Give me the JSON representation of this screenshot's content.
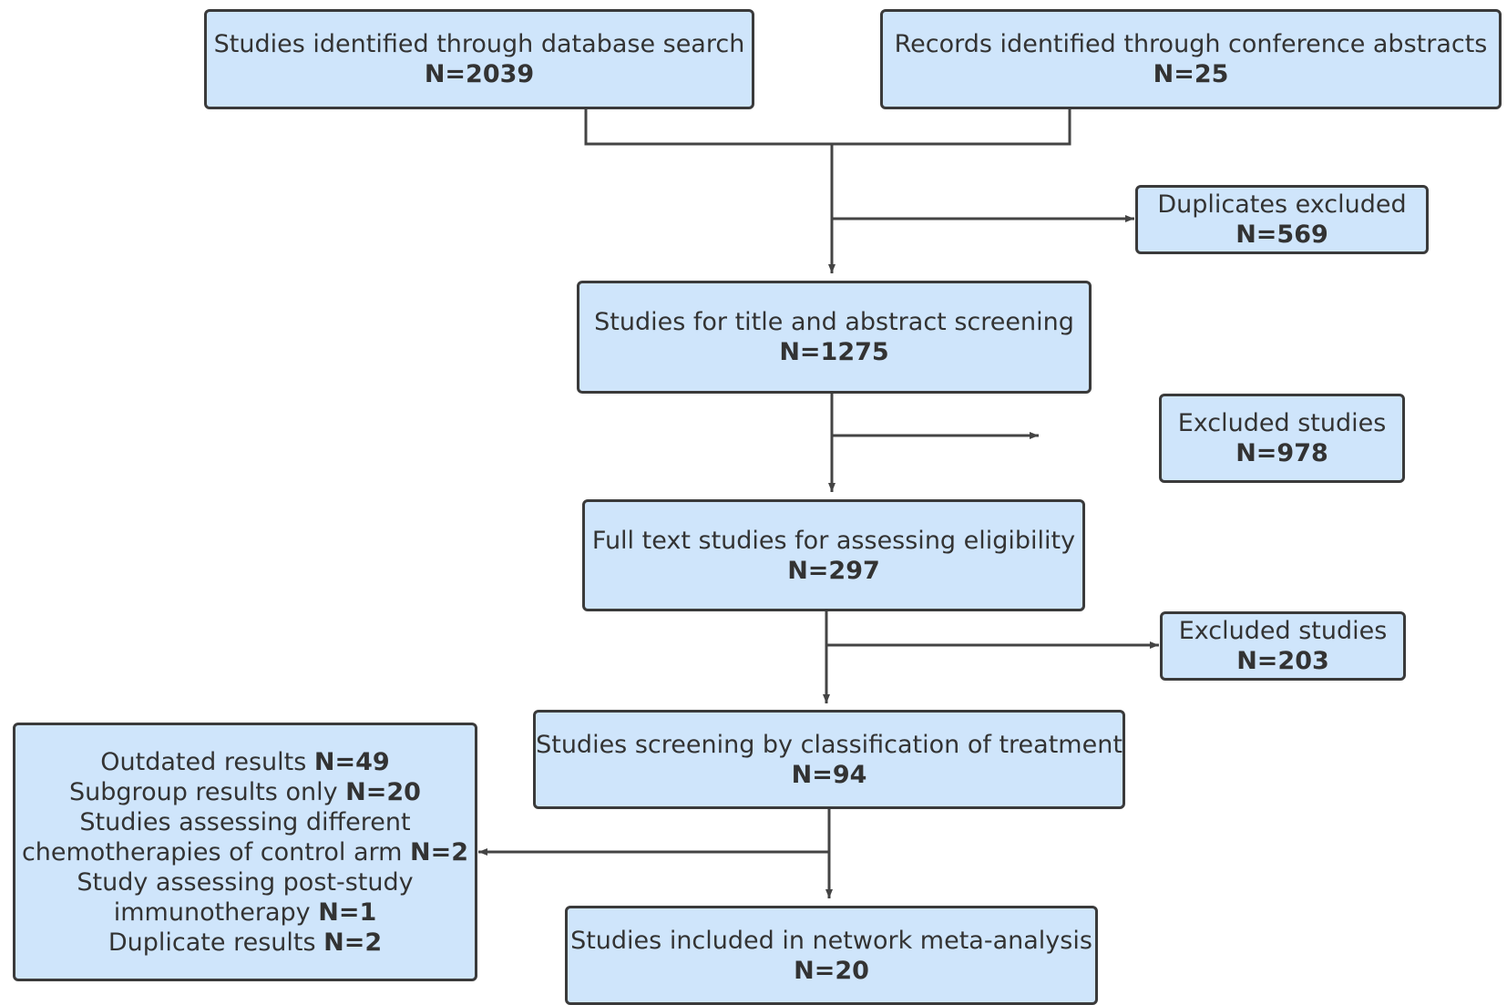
{
  "flow": {
    "database_search": {
      "label": "Studies identified through database search",
      "count": "N=2039"
    },
    "conference_abstracts": {
      "label": "Records identified through conference abstracts",
      "count": "N=25"
    },
    "duplicates_excluded": {
      "label": "Duplicates excluded",
      "count": "N=569"
    },
    "title_abstract_screening": {
      "label": "Studies for title and abstract screening",
      "count": "N=1275"
    },
    "excluded_studies_1": {
      "label": "Excluded studies",
      "count": "N=978"
    },
    "full_text_eligibility": {
      "label": "Full text studies for assessing eligibility",
      "count": "N=297"
    },
    "excluded_studies_2": {
      "label": "Excluded studies",
      "count": "N=203"
    },
    "classification_screening": {
      "label": "Studies screening by classification of treatment",
      "count": "N=94"
    },
    "included_studies": {
      "label": "Studies included in network meta-analysis",
      "count": "N=20"
    },
    "exclusion_reasons": {
      "outdated": {
        "text": "Outdated results ",
        "count": "N=49"
      },
      "subgroup": {
        "text": "Subgroup results only ",
        "count": "N=20"
      },
      "different_chemo_line1": {
        "text": "Studies assessing different"
      },
      "different_chemo_line2": {
        "text": "chemotherapies of control arm ",
        "count": "N=2"
      },
      "post_study_line1": {
        "text": "Study assessing post-study"
      },
      "post_study_line2": {
        "text": "immunotherapy ",
        "count": "N=1"
      },
      "duplicate": {
        "text": "Duplicate results ",
        "count": "N=2"
      }
    }
  }
}
